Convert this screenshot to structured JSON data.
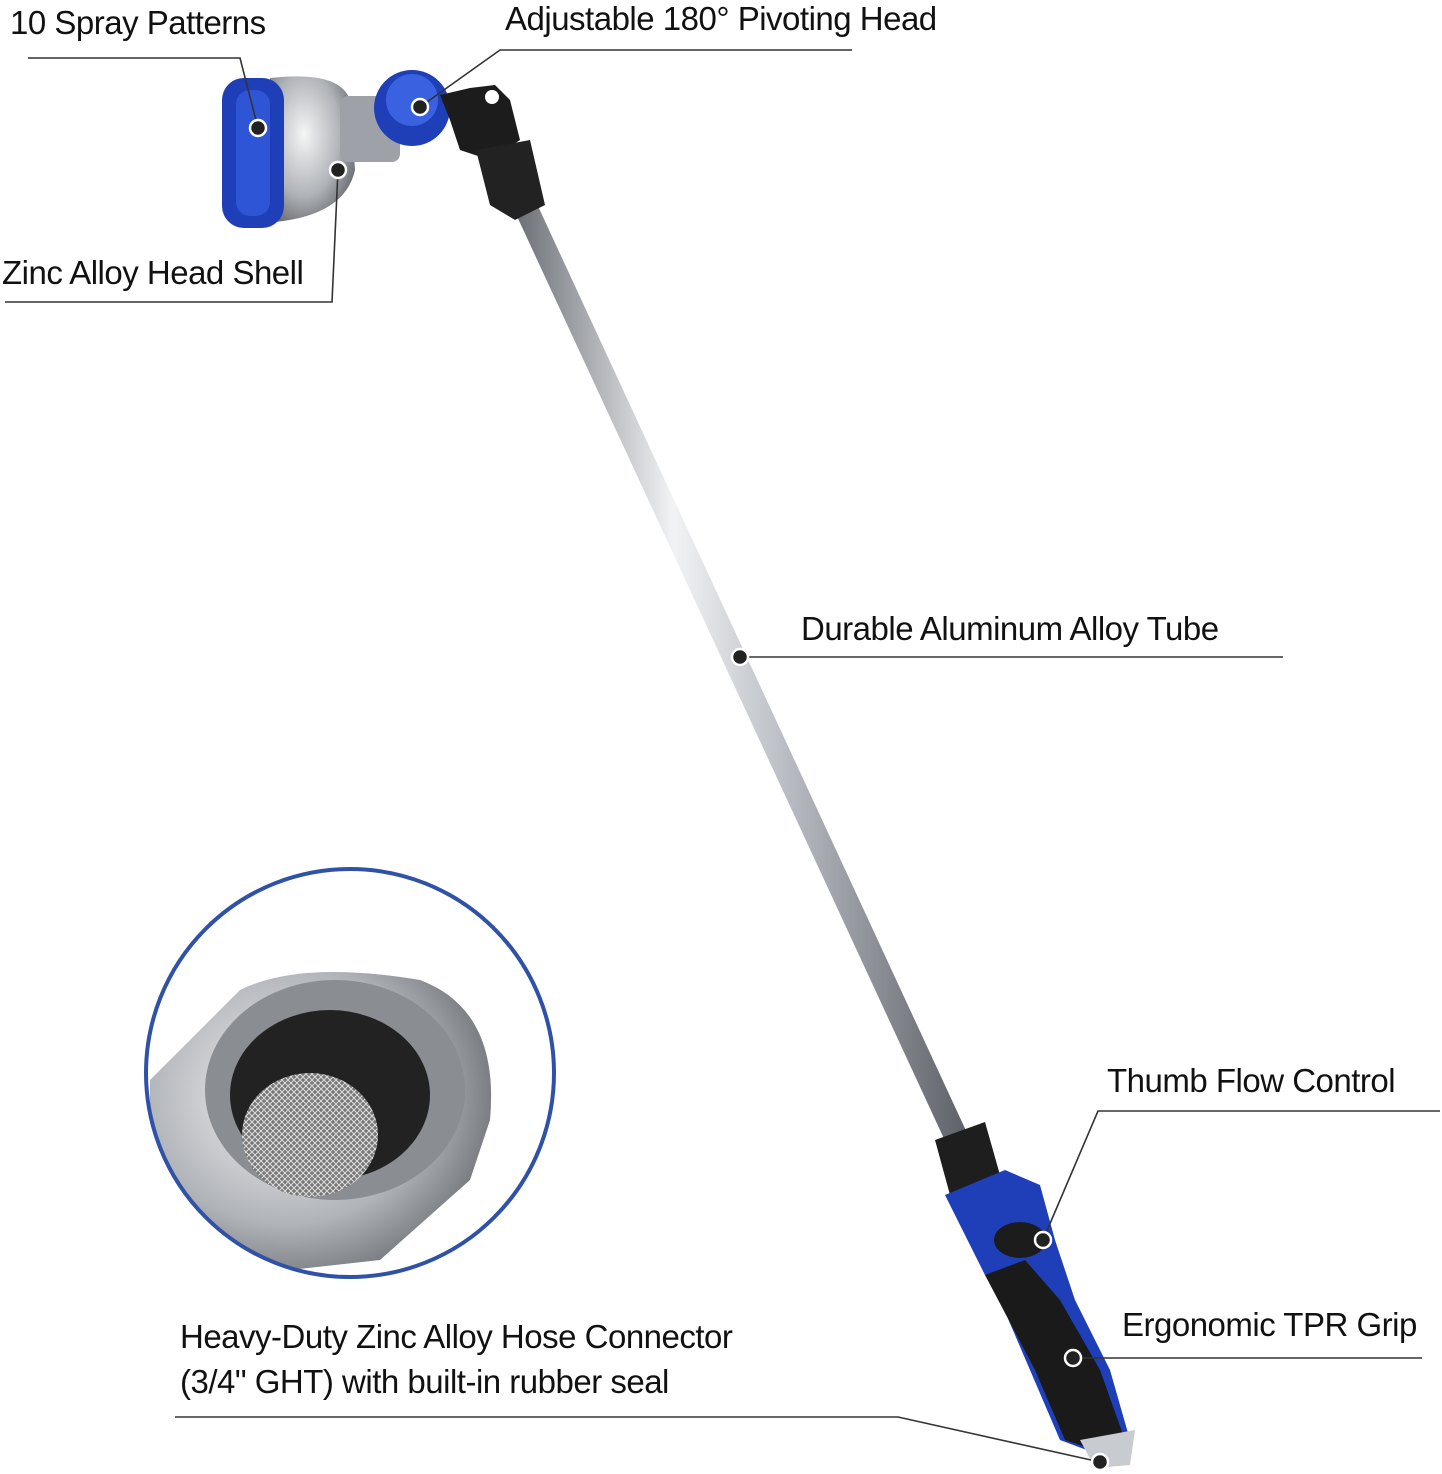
{
  "callouts": {
    "spray_patterns": "10 Spray Patterns",
    "pivoting_head": "Adjustable 180° Pivoting Head",
    "head_shell": "Zinc Alloy Head Shell",
    "tube": "Durable Aluminum Alloy Tube",
    "thumb_control": "Thumb Flow Control",
    "grip": "Ergonomic TPR Grip",
    "connector_line1": "Heavy-Duty Zinc Alloy Hose Connector",
    "connector_line2": "(3/4\" GHT) with built-in rubber seal"
  },
  "colors": {
    "accent_blue": "#1f3fb8",
    "circle_stroke": "#2f52a8",
    "grip_black": "#1a1a1a",
    "metal": "#b8bcc2"
  }
}
